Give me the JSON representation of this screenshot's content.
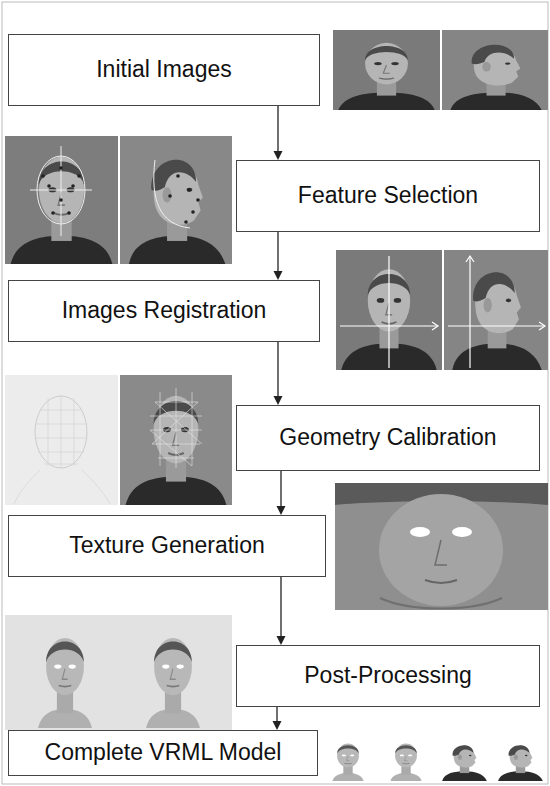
{
  "diagram": {
    "nodes": [
      {
        "text": [
          "Initial Images"
        ]
      },
      {
        "text": [
          "Feature Selection"
        ]
      },
      {
        "text": [
          "Images Registration"
        ]
      },
      {
        "text": [
          "Geometry Calibration"
        ]
      },
      {
        "text": [
          "Texture Generation"
        ]
      },
      {
        "text": [
          "Post-Processing"
        ]
      },
      {
        "text": [
          "Complete VRML Model"
        ]
      }
    ],
    "edges": [
      {
        "from": 0,
        "to": 1,
        "arrow": "to"
      },
      {
        "from": 1,
        "to": 2,
        "arrow": "to"
      },
      {
        "from": 2,
        "to": 3,
        "arrow": "to"
      },
      {
        "from": 3,
        "to": 4,
        "arrow": "to"
      },
      {
        "from": 4,
        "to": 5,
        "arrow": "to"
      },
      {
        "from": 5,
        "to": 6,
        "arrow": "to"
      }
    ]
  }
}
